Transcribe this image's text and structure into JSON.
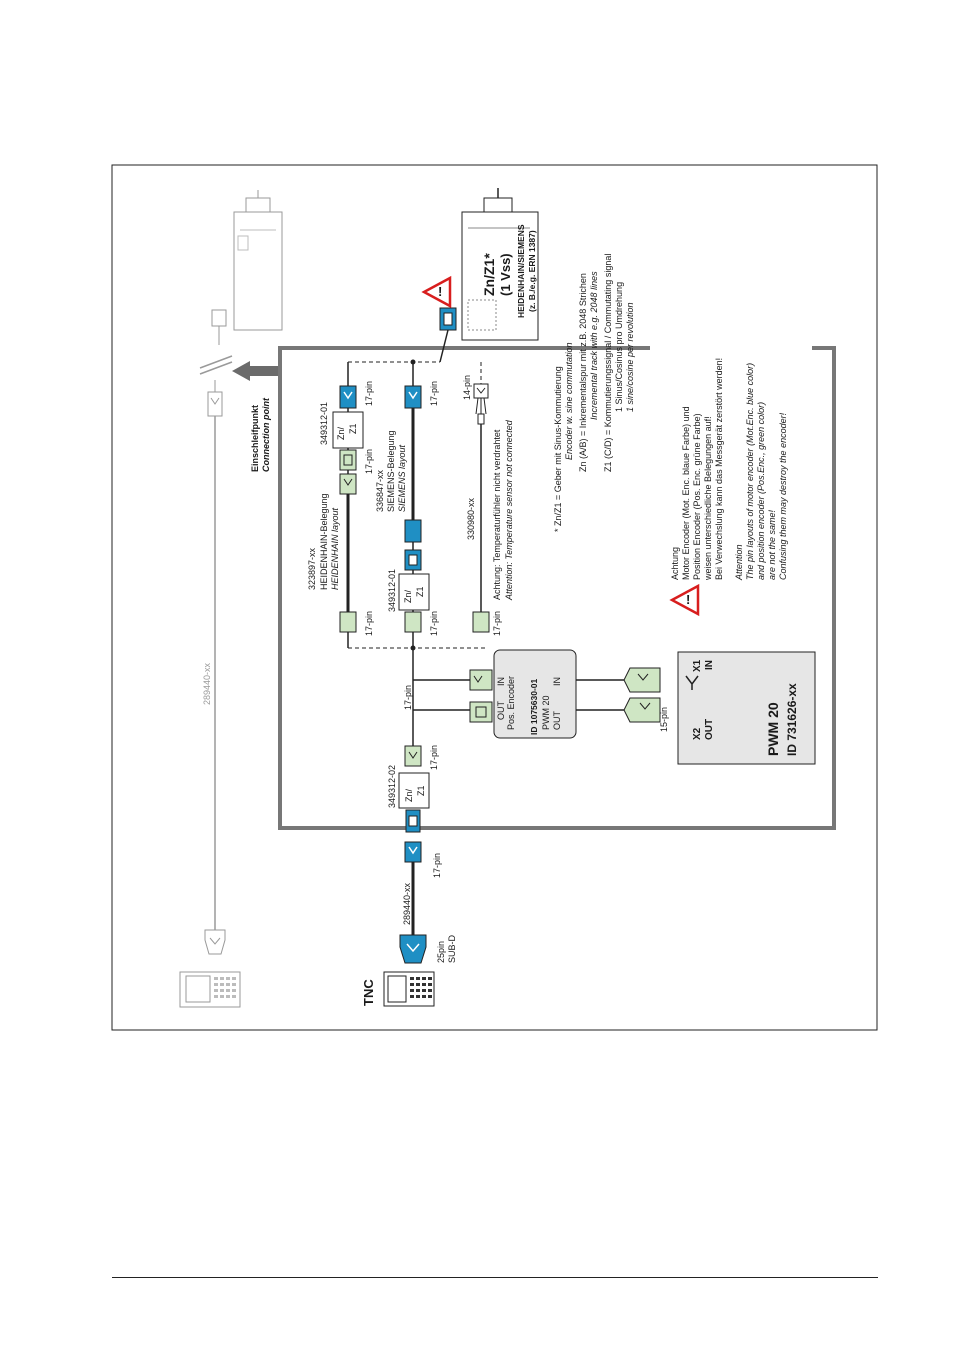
{
  "colors": {
    "blue": "#1f8fc4",
    "green": "#cfe6c4",
    "grey_line": "#9a9a9a",
    "frame": "#777777",
    "warning": "#d81e1e"
  },
  "labels": {
    "tnc": "TNC",
    "subd_pins": "25pin",
    "subd_type": "SUB-D",
    "cable_289440": "289440-xx",
    "cable_289440_grey": "289440-xx",
    "pin17": "17-pin",
    "pin14": "14-pin",
    "pin15": "15-pin",
    "adapter_02": "349312-02",
    "adapter_01": "349312-01",
    "zn": "Zn/",
    "z1": "Z1",
    "cable_heidenhain": "323897-xx",
    "heidenhain_layout_de": "HEIDENHAIN-Belegung",
    "heidenhain_layout_en": "HEIDENHAIN layout",
    "cable_siemens": "336847-xx",
    "siemens_layout_de": "SIEMENS-Belegung",
    "siemens_layout_en": "SIEMENS layout",
    "cable_330980": "330980-xx",
    "temp_note_de": "Achtung: Temperaturfühler nicht verdrahtet",
    "temp_note_en": "Attention: Temperature sensor not connected",
    "connection_point_de": "Einschleifpunkt",
    "connection_point_en": "Connection point",
    "motor_id": "Zn/Z1*",
    "motor_signal": "(1 Vss)",
    "motor_brand": "HEIDENHAIN/SIEMENS",
    "motor_example": "(z. B./e.g. ERN 1387)",
    "posenc_in": "IN",
    "posenc_out": "OUT",
    "posenc_name1": "Pos. Encoder",
    "posenc_name2": "PWM 20",
    "posenc_id": "ID 1075630-01",
    "pwm_title": "PWM 20",
    "pwm_id": "ID 731626-xx",
    "x1": "X1",
    "x1_in": "IN",
    "x2": "X2",
    "x2_out": "OUT"
  },
  "footnote": {
    "l1": "* Zn/Z1      = Geber mit Sinus-Kommutierung",
    "l2": "Encoder w. sine commutation",
    "l3": "Zn (A/B) = Inkrementalspur mit z.B. 2048 Strichen",
    "l4": "Incremental track with e.g. 2048 lines",
    "l5": "Z1 (C/D) = Kommutierungssignal / Commutating signal",
    "l6": "1 Sinus/Cosinus pro Umdrehung",
    "l7": "1 sine/cosine per revolution"
  },
  "warning_de": {
    "l1": "Achtung",
    "l2": "Motor Encoder (Mot. Enc. blaue Farbe) und",
    "l3": "Position Encoder (Pos. Enc. grüne Farbe)",
    "l4": "weisen unterschiedliche Belegungen auf!",
    "l5": "Bei Verwechslung kann das Messgerät zerstört werden!"
  },
  "warning_en": {
    "l1": "Attention",
    "l2": "The pin layouts of motor encoder (Mot.Enc. blue color)",
    "l3": "and position encoder (Pos.Enc., green color)",
    "l4": "are not the same!",
    "l5": "Confusing them may destroy the encoder!"
  }
}
